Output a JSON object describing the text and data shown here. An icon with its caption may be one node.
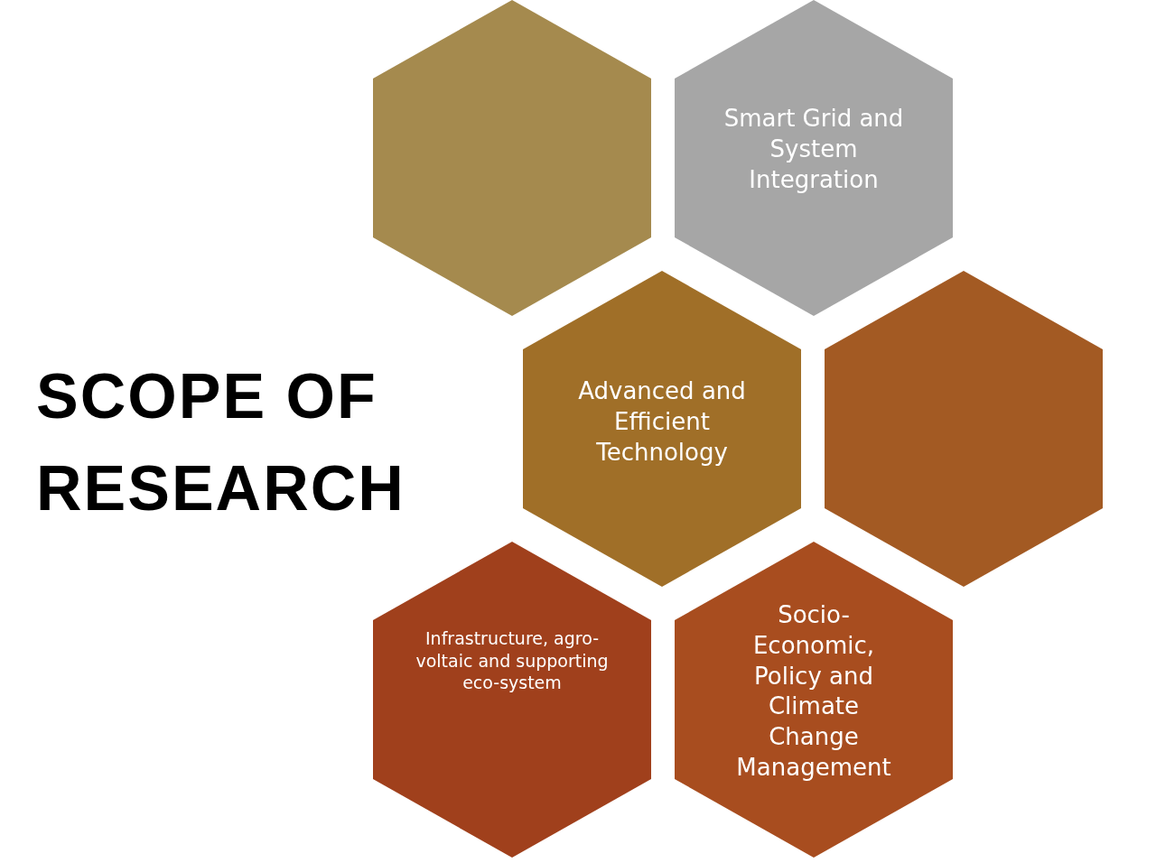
{
  "diagram": {
    "title": "SCOPE OF RESEARCH",
    "nodes": [
      {
        "text": [],
        "shape": "hexagon"
      },
      {
        "text": [
          "Smart Grid and System Integration"
        ]
      },
      {
        "text": [
          "Advanced and Efficient Technology"
        ]
      },
      {
        "text": [],
        "shape": "hexagon"
      },
      {
        "text": [
          "Infrastructure, agro-voltaic and supporting eco-system"
        ]
      },
      {
        "text": [
          "Socio-Economic, Policy and Climate Change Management"
        ]
      }
    ]
  }
}
